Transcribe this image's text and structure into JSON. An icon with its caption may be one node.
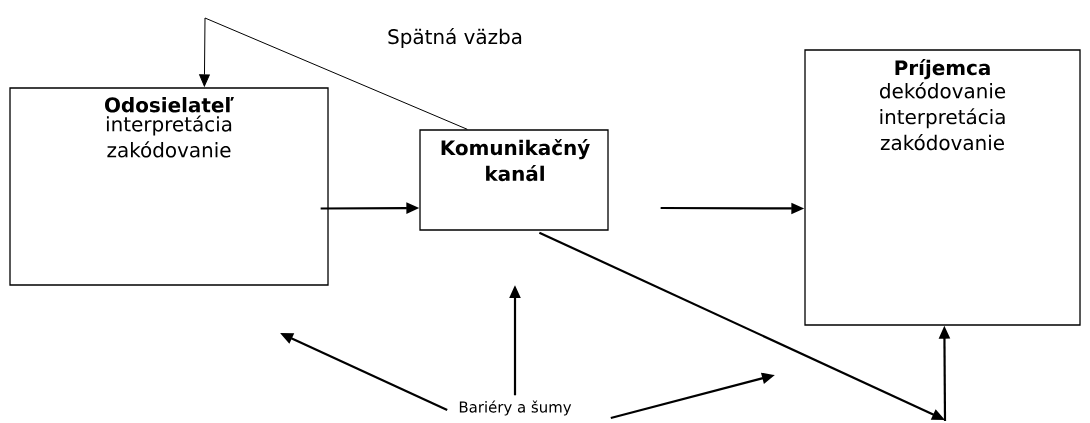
{
  "diagram": {
    "nodes": [
      {
        "text": [
          "Odosielateľ",
          "interpretácia zakódovanie"
        ]
      },
      {
        "text": [
          "Komunikačný kanál"
        ]
      },
      {
        "text": [
          "Príjemca",
          "dekódovanie interpretácia zakódovanie"
        ]
      },
      {
        "text": [
          "Bariéry a šumy"
        ]
      }
    ],
    "edges": [
      {
        "from": 1,
        "to": 0,
        "arrow": "to",
        "label": "Spätná väzba"
      },
      {
        "from": 0,
        "to": 1,
        "arrow": "to"
      },
      {
        "from": 1,
        "to": 2,
        "arrow": "to"
      },
      {
        "from": 1,
        "to": null,
        "arrow": "to"
      },
      {
        "from": null,
        "to": 2,
        "arrow": "to"
      },
      {
        "from": 3,
        "to": null,
        "arrow": "to"
      },
      {
        "from": 3,
        "to": null,
        "arrow": "to"
      },
      {
        "from": 3,
        "to": null,
        "arrow": "to"
      }
    ]
  }
}
